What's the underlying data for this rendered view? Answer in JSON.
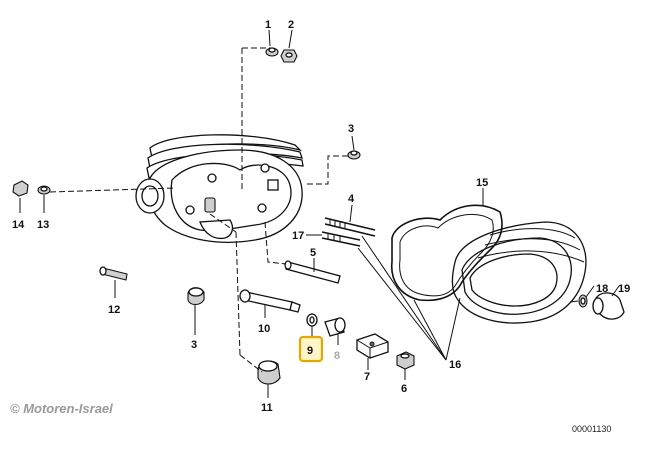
{
  "labels": {
    "p1": "1",
    "p2": "2",
    "p3a": "3",
    "p4": "4",
    "p5": "5",
    "p14": "14",
    "p13": "13",
    "p15": "15",
    "p17": "17",
    "p12": "12",
    "p3b": "3",
    "p10": "10",
    "p9": "9",
    "p8": "8",
    "p7": "7",
    "p6": "6",
    "p16": "16",
    "p18": "18",
    "p19": "19",
    "p11": "11"
  },
  "highlighted_part": "9",
  "copyright": "© Motoren-Israel",
  "diagram_code": "00001130",
  "colors": {
    "highlight_border": "#e6a800",
    "highlight_fill": "#fff6c8",
    "muted_label": "#a9a9a9",
    "copyright_text": "#9a9a9a"
  }
}
